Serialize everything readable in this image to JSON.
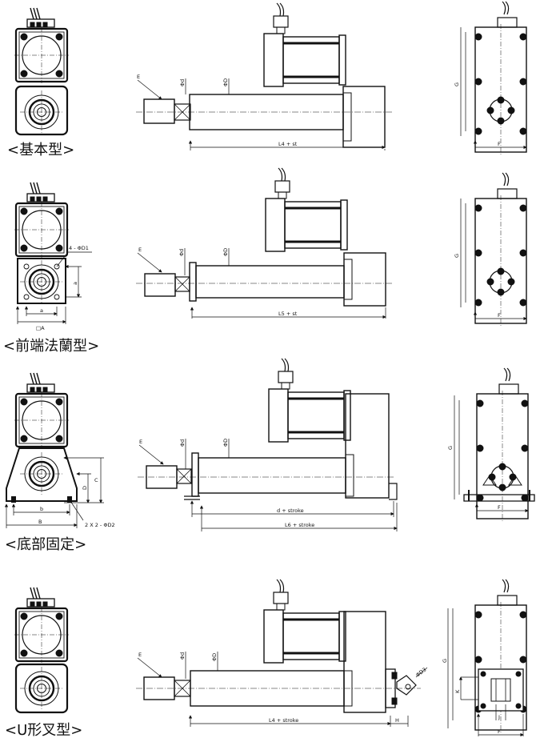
{
  "sections": [
    {
      "label": "<基本型>",
      "dims": {
        "E": "E",
        "d": "Φd",
        "D": "ΦD",
        "length": "L4 + st",
        "G": "G",
        "F": "F"
      }
    },
    {
      "label": "<前端法蘭型>",
      "dims": {
        "E": "E",
        "d": "Φd",
        "D": "ΦD",
        "length": "L5 + st",
        "G": "G",
        "F": "F",
        "holes": "4 - ΦD1",
        "a": "a",
        "a2": "a",
        "square": "□A"
      }
    },
    {
      "label": "<底部固定>",
      "dims": {
        "E": "E",
        "d": "Φd",
        "D": "ΦD",
        "length1": "d + stroke",
        "length2": "L6 + stroke",
        "G": "G",
        "F": "F",
        "b": "b",
        "B": "B",
        "C": "C",
        "Dd": "D",
        "holes": "2 X 2 - ΦD2"
      }
    },
    {
      "label": "<U形叉型>",
      "dims": {
        "E": "E",
        "d": "Φd",
        "D": "ΦD",
        "length": "L4 + stroke",
        "H": "H",
        "pin": "ΦD3",
        "G": "G",
        "F": "F",
        "K": "K",
        "J": "J"
      }
    }
  ]
}
